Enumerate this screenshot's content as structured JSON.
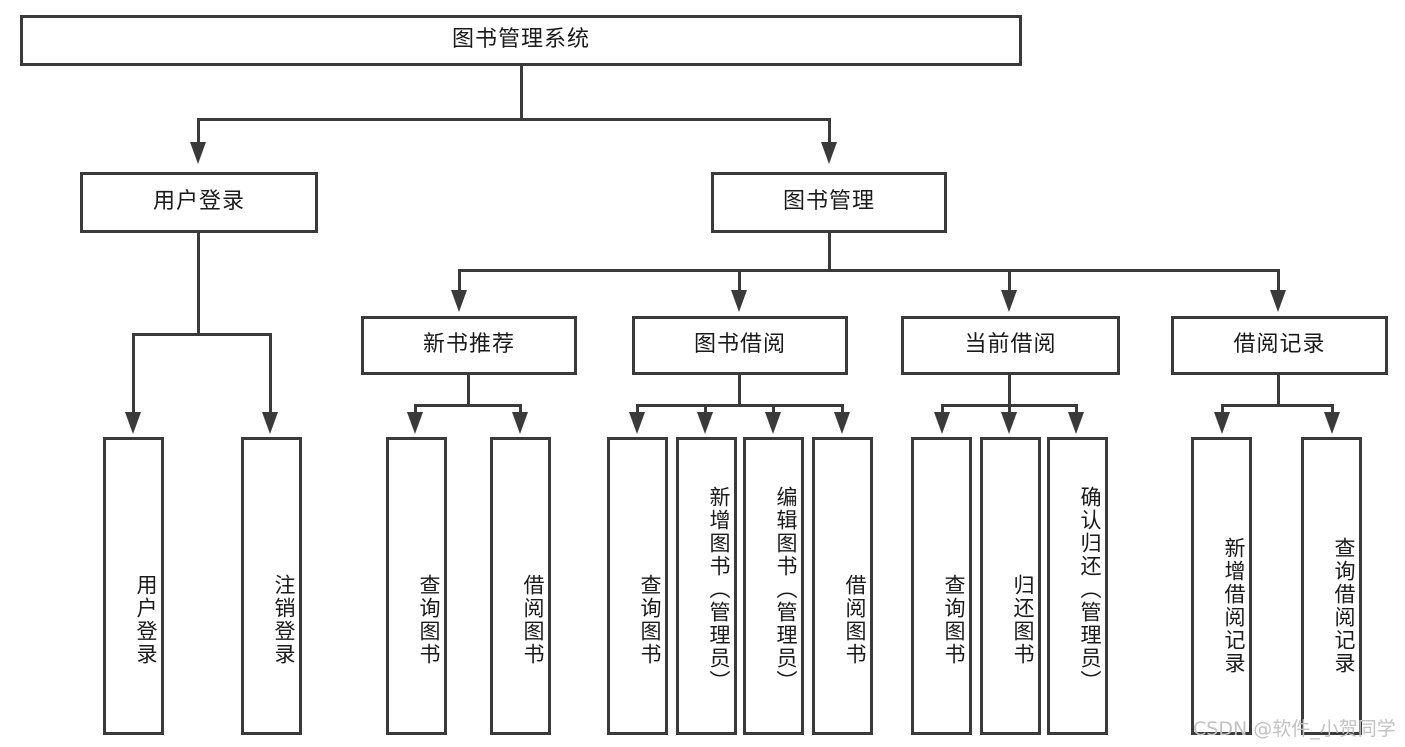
{
  "diagram": {
    "type": "tree-hierarchy-chart",
    "title": "图书管理系统",
    "levels": [
      {
        "level": 0,
        "nodes": [
          {
            "id": "root",
            "label": "图书管理系统",
            "orientation": "horizontal"
          }
        ]
      },
      {
        "level": 1,
        "nodes": [
          {
            "id": "user-login",
            "label": "用户登录",
            "orientation": "horizontal",
            "parent": "root"
          },
          {
            "id": "book-manage",
            "label": "图书管理",
            "orientation": "horizontal",
            "parent": "root"
          }
        ]
      },
      {
        "level": 2,
        "nodes": [
          {
            "id": "new-book-rec",
            "label": "新书推荐",
            "orientation": "horizontal",
            "parent": "book-manage"
          },
          {
            "id": "book-borrow",
            "label": "图书借阅",
            "orientation": "horizontal",
            "parent": "book-manage"
          },
          {
            "id": "current-borrow",
            "label": "当前借阅",
            "orientation": "horizontal",
            "parent": "book-manage"
          },
          {
            "id": "borrow-record",
            "label": "借阅记录",
            "orientation": "horizontal",
            "parent": "book-manage"
          }
        ]
      },
      {
        "level": 3,
        "nodes": [
          {
            "id": "leaf-1",
            "label": "用户登录",
            "orientation": "vertical",
            "parent": "user-login"
          },
          {
            "id": "leaf-2",
            "label": "注销登录",
            "orientation": "vertical",
            "parent": "user-login"
          },
          {
            "id": "leaf-3",
            "label": "查询图书",
            "orientation": "vertical",
            "parent": "new-book-rec"
          },
          {
            "id": "leaf-4",
            "label": "借阅图书",
            "orientation": "vertical",
            "parent": "new-book-rec"
          },
          {
            "id": "leaf-5",
            "label": "查询图书",
            "orientation": "vertical",
            "parent": "book-borrow"
          },
          {
            "id": "leaf-6",
            "label": "新增图书（管理员）",
            "orientation": "vertical",
            "parent": "book-borrow"
          },
          {
            "id": "leaf-7",
            "label": "编辑图书（管理员）",
            "orientation": "vertical",
            "parent": "book-borrow"
          },
          {
            "id": "leaf-8",
            "label": "借阅图书",
            "orientation": "vertical",
            "parent": "book-borrow"
          },
          {
            "id": "leaf-9",
            "label": "查询图书",
            "orientation": "vertical",
            "parent": "current-borrow"
          },
          {
            "id": "leaf-10",
            "label": "归还图书",
            "orientation": "vertical",
            "parent": "current-borrow"
          },
          {
            "id": "leaf-11",
            "label": "确认归还（管理员）",
            "orientation": "vertical",
            "parent": "current-borrow"
          },
          {
            "id": "leaf-12",
            "label": "新增借阅记录",
            "orientation": "vertical",
            "parent": "borrow-record"
          },
          {
            "id": "leaf-13",
            "label": "查询借阅记录",
            "orientation": "vertical",
            "parent": "borrow-record"
          }
        ]
      }
    ],
    "colors": {
      "stroke": "#3a3a3a",
      "fill": "#ffffff",
      "text": "#1a1a1a",
      "watermark": "#c2c2c2"
    }
  },
  "watermark": {
    "text": "CSDN @软件_小贺同学"
  }
}
